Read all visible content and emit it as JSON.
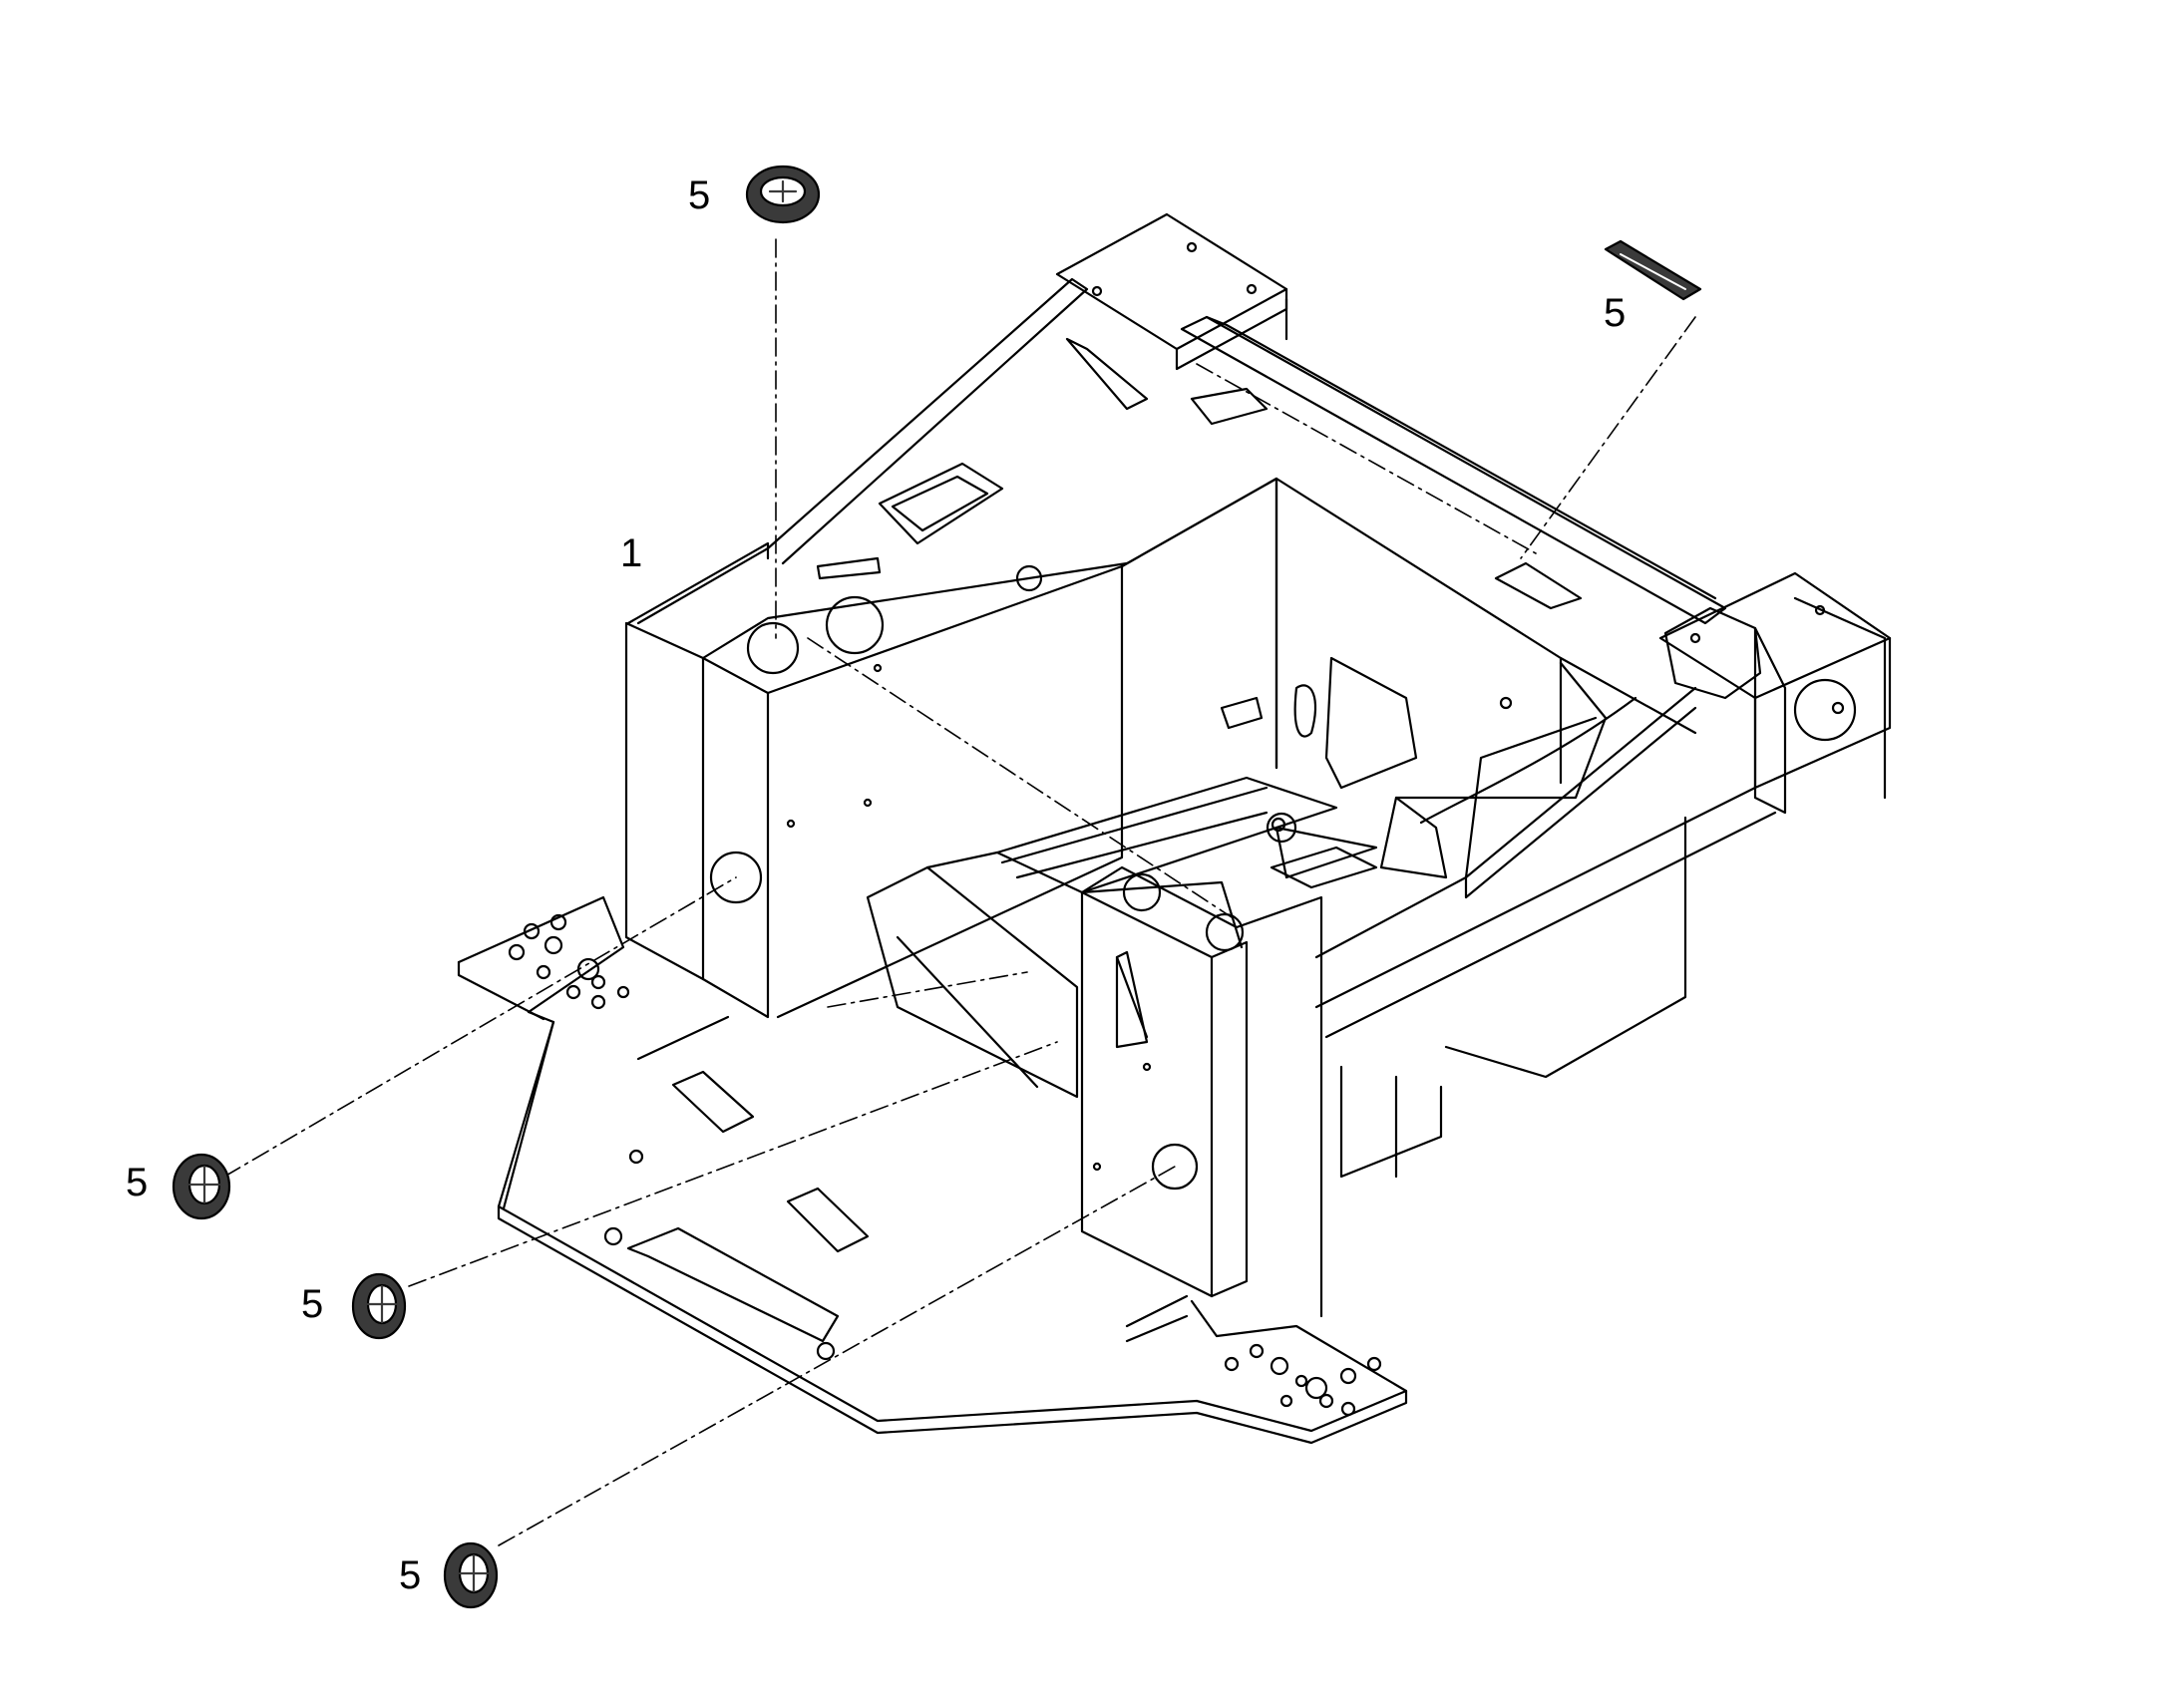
{
  "diagram": {
    "type": "exploded parts view",
    "colors": {
      "line": "#000000",
      "background": "#ffffff",
      "part_fill": "#3a3a3a"
    },
    "callouts": [
      {
        "id": "frame",
        "label": "1"
      },
      {
        "id": "grommet-top",
        "label": "5"
      },
      {
        "id": "grommet-rear-slot",
        "label": "5"
      },
      {
        "id": "grommet-left-1",
        "label": "5"
      },
      {
        "id": "grommet-left-2",
        "label": "5"
      },
      {
        "id": "grommet-left-3",
        "label": "5"
      }
    ]
  }
}
